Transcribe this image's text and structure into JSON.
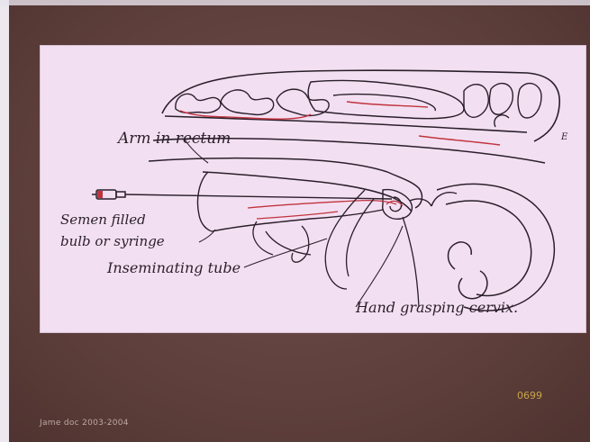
{
  "diagram": {
    "labels": {
      "arm_in_rectum": "Arm in rectum",
      "semen_filled_line1": "Semen filled",
      "semen_filled_line2": "bulb or syringe",
      "inseminating_tube": "Inseminating tube",
      "hand_grasping_cervix": "Hand grasping cervix.",
      "corner_mark": "E"
    }
  },
  "footer": {
    "credit": "Jame doc 2003-2004",
    "slide_number": "0699"
  },
  "colors": {
    "frame": "#5e3f3b",
    "figure_background": "#f3dff2",
    "line": "#2a1f2a",
    "accent_red": "#c0343e",
    "slide_number": "#c8a54a"
  }
}
